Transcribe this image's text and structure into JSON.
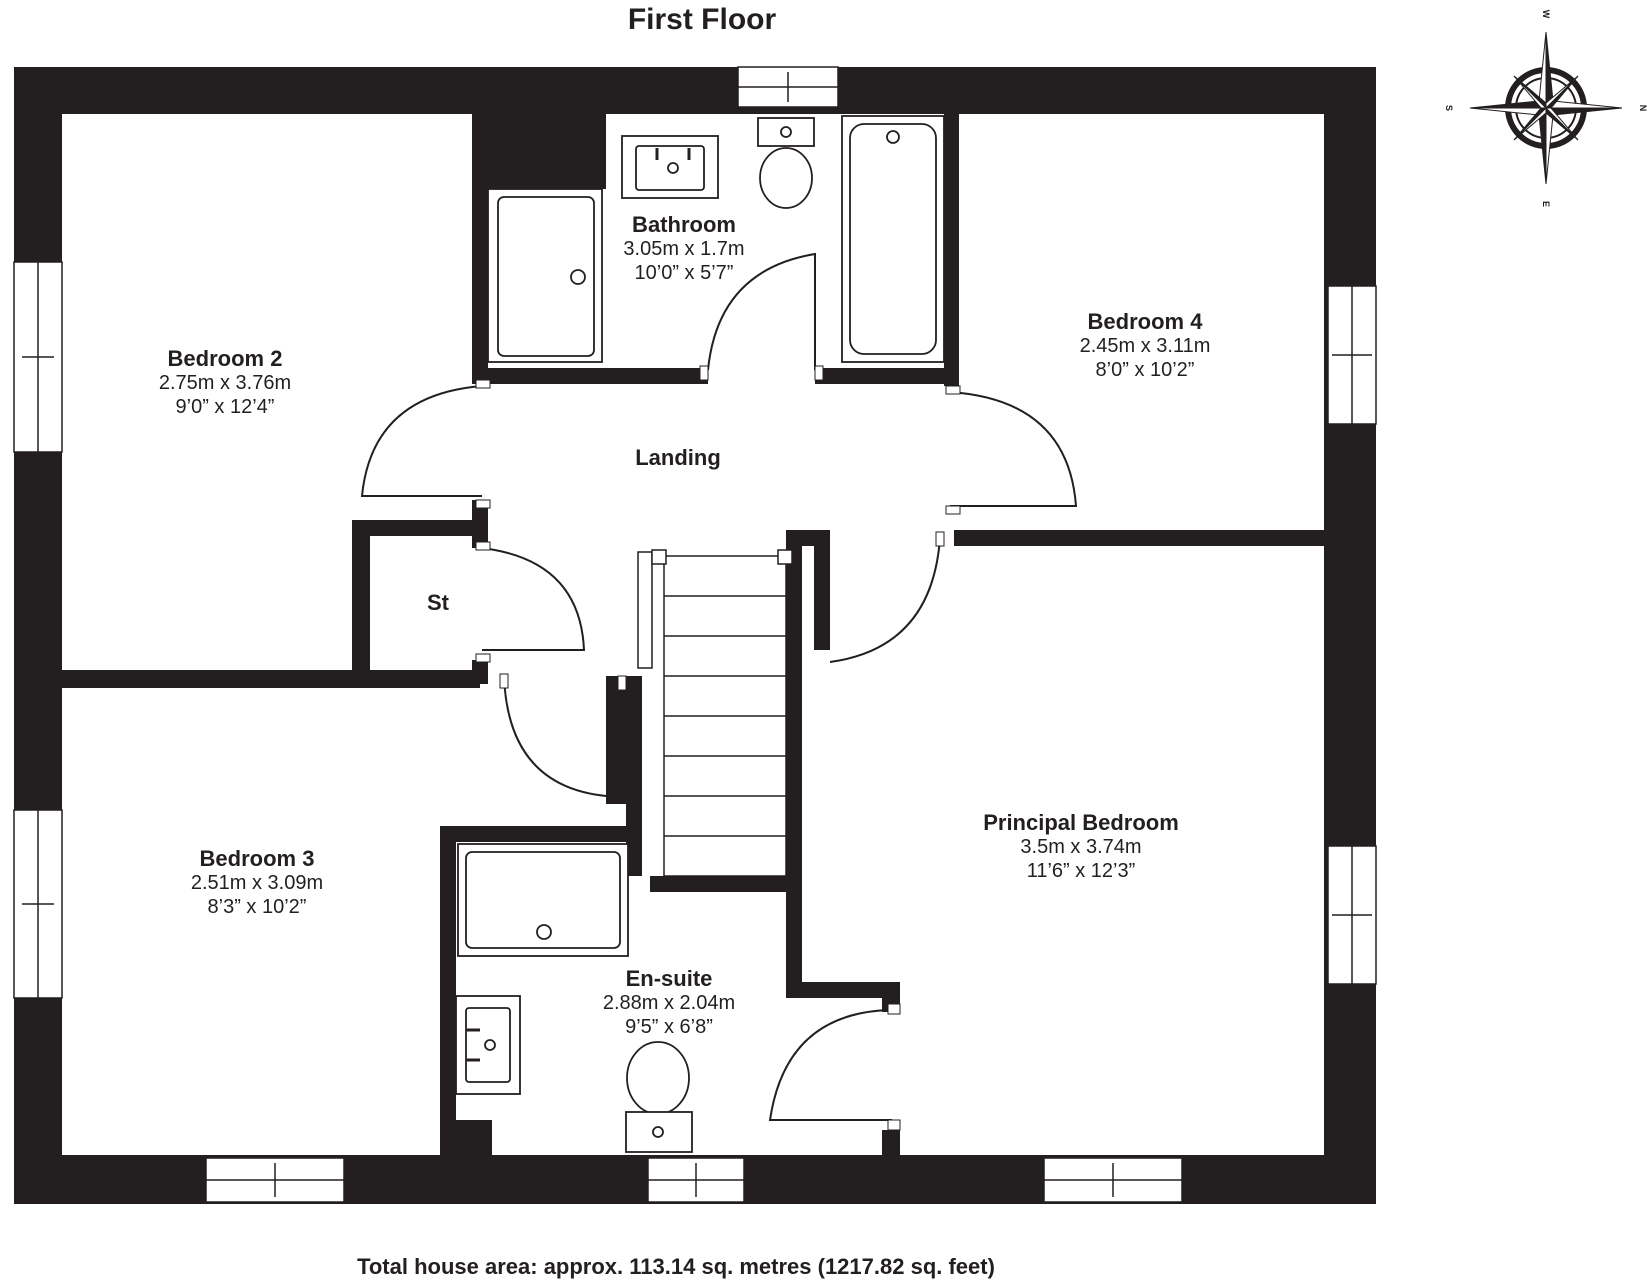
{
  "title": "First Floor",
  "footer": "Total house area: approx. 113.14 sq. metres (1217.82 sq. feet)",
  "compass": {
    "north": "N",
    "south": "S",
    "east": "E",
    "west": "W"
  },
  "rooms": {
    "bathroom": {
      "name": "Bathroom",
      "metric": "3.05m x 1.7m",
      "imperial": "10’0” x 5’7”"
    },
    "bedroom2": {
      "name": "Bedroom 2",
      "metric": "2.75m x 3.76m",
      "imperial": "9’0” x 12’4”"
    },
    "bedroom4": {
      "name": "Bedroom 4",
      "metric": "2.45m x 3.11m",
      "imperial": "8’0” x 10’2”"
    },
    "landing": {
      "name": "Landing"
    },
    "store": {
      "name": "St"
    },
    "bedroom3": {
      "name": "Bedroom 3",
      "metric": "2.51m x 3.09m",
      "imperial": "8’3” x 10’2”"
    },
    "principal": {
      "name": "Principal Bedroom",
      "metric": "3.5m x 3.74m",
      "imperial": "11’6” x 12’3”"
    },
    "ensuite": {
      "name": "En-suite",
      "metric": "2.88m x 2.04m",
      "imperial": "9’5” x 6’8”"
    }
  },
  "colors": {
    "wall": "#231f20",
    "fixture": "#231f20",
    "background": "#ffffff"
  }
}
